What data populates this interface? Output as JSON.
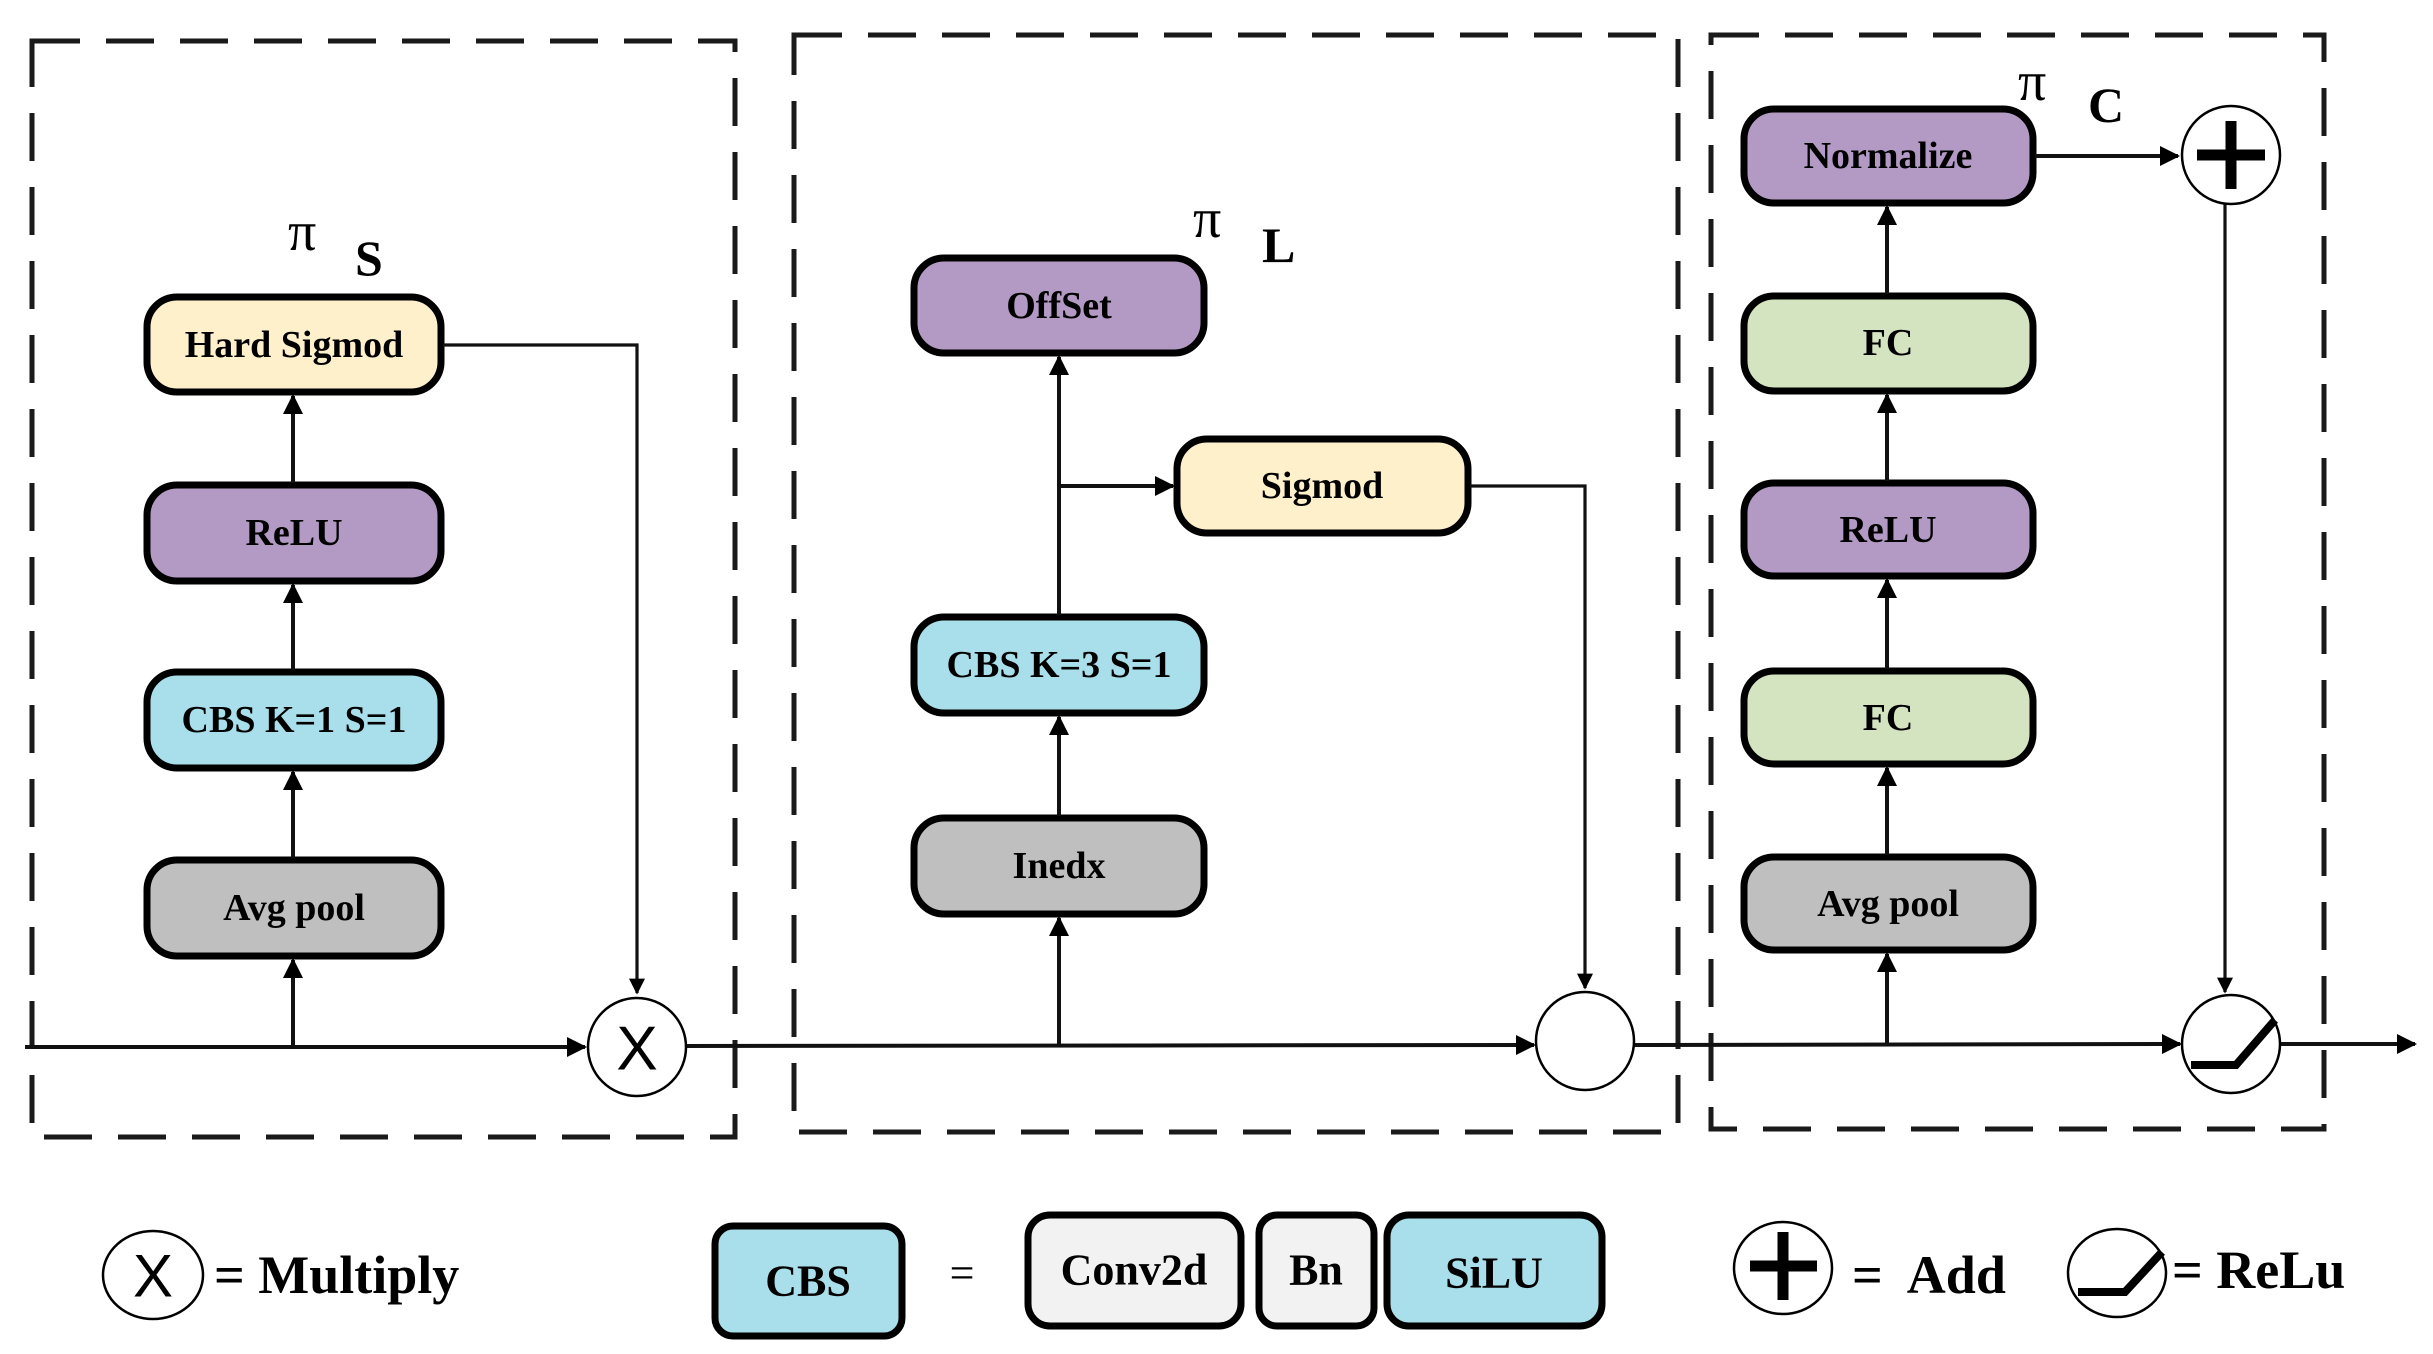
{
  "colors": {
    "cream": "#FFF0CC",
    "purple": "#B39AC4",
    "cyan": "#A8DFEA",
    "gray": "#BFBFBF",
    "green": "#D5E4C0",
    "light_gray": "#F2F2F2",
    "stroke": "#000000"
  },
  "sections": {
    "spatial": {
      "symbol": "π",
      "subscript": "S",
      "blocks": [
        "Avg pool",
        "CBS K=1 S=1",
        "ReLU",
        "Hard Sigmod"
      ],
      "operator": "multiply"
    },
    "level": {
      "symbol": "π",
      "subscript": "L",
      "blocks": [
        "Inedx",
        "CBS K=3 S=1",
        "OffSet",
        "Sigmod"
      ],
      "operator": "empty"
    },
    "channel": {
      "symbol": "π",
      "subscript": "C",
      "blocks": [
        "Avg pool",
        "FC",
        "ReLU",
        "FC",
        "Normalize"
      ],
      "operators": [
        "add",
        "relu"
      ]
    }
  },
  "legend": {
    "multiply_glyph": "X",
    "multiply_label": "= Multiply",
    "cbs_label": "CBS",
    "equals": "=",
    "cbs_parts": [
      "Conv2d",
      "Bn",
      "SiLU"
    ],
    "add_label": "=  Add",
    "relu_label": "= ReLu"
  }
}
